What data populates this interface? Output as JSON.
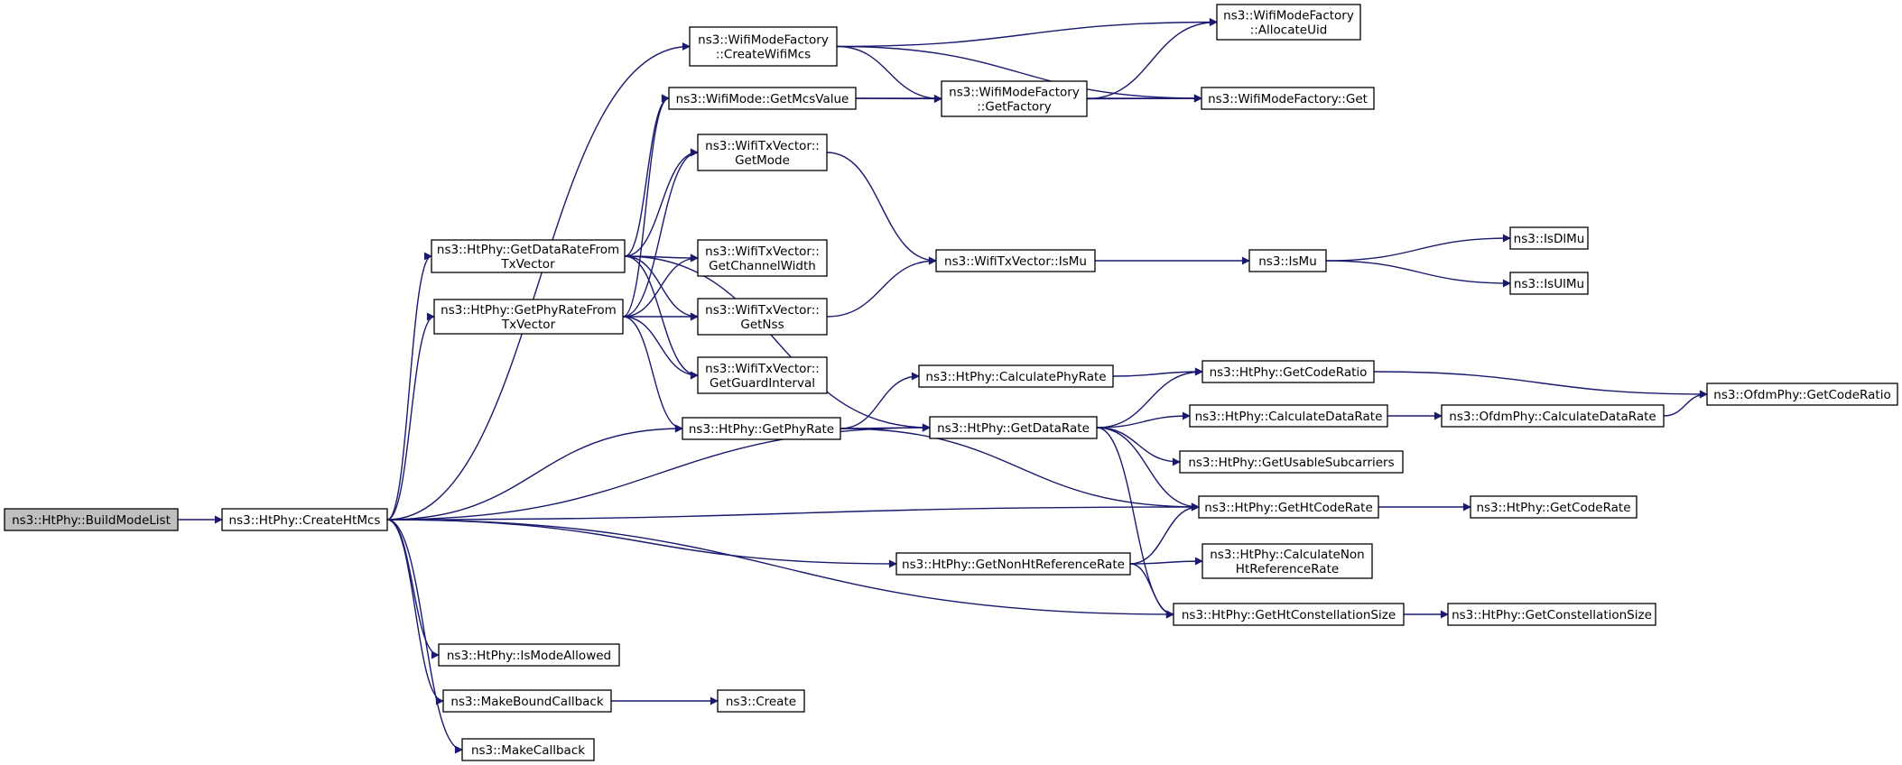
{
  "graph": {
    "colors": {
      "edge": "#191970",
      "root_fill": "#bfbfbf",
      "node_fill": "#ffffff",
      "border": "#000000"
    },
    "nodes": [
      {
        "id": "build",
        "lines": [
          "ns3::HtPhy::BuildModeList"
        ],
        "root": true
      },
      {
        "id": "createhtmcs",
        "lines": [
          "ns3::HtPhy::CreateHtMcs"
        ]
      },
      {
        "id": "createwifimcs",
        "lines": [
          "ns3::WifiModeFactory",
          "::CreateWifiMcs"
        ]
      },
      {
        "id": "allocateuid",
        "lines": [
          "ns3::WifiModeFactory",
          "::AllocateUid"
        ]
      },
      {
        "id": "getfactory",
        "lines": [
          "ns3::WifiModeFactory",
          "::GetFactory"
        ]
      },
      {
        "id": "wmfget",
        "lines": [
          "ns3::WifiModeFactory::Get"
        ]
      },
      {
        "id": "getmcsvalue",
        "lines": [
          "ns3::WifiMode::GetMcsValue"
        ]
      },
      {
        "id": "getmode",
        "lines": [
          "ns3::WifiTxVector::",
          "GetMode"
        ]
      },
      {
        "id": "getdatarateftv",
        "lines": [
          "ns3::HtPhy::GetDataRateFrom",
          "TxVector"
        ]
      },
      {
        "id": "getchannelwidth",
        "lines": [
          "ns3::WifiTxVector::",
          "GetChannelWidth"
        ]
      },
      {
        "id": "getphyrateftv",
        "lines": [
          "ns3::HtPhy::GetPhyRateFrom",
          "TxVector"
        ]
      },
      {
        "id": "getnss",
        "lines": [
          "ns3::WifiTxVector::",
          "GetNss"
        ]
      },
      {
        "id": "getguardinterval",
        "lines": [
          "ns3::WifiTxVector::",
          "GetGuardInterval"
        ]
      },
      {
        "id": "wtvismu",
        "lines": [
          "ns3::WifiTxVector::IsMu"
        ]
      },
      {
        "id": "ismu",
        "lines": [
          "ns3::IsMu"
        ]
      },
      {
        "id": "isdlmu",
        "lines": [
          "ns3::IsDlMu"
        ]
      },
      {
        "id": "isulmu",
        "lines": [
          "ns3::IsUlMu"
        ]
      },
      {
        "id": "calcphyrate",
        "lines": [
          "ns3::HtPhy::CalculatePhyRate"
        ]
      },
      {
        "id": "getcoderatio",
        "lines": [
          "ns3::HtPhy::GetCodeRatio"
        ]
      },
      {
        "id": "ofdmgetcoderatio",
        "lines": [
          "ns3::OfdmPhy::GetCodeRatio"
        ]
      },
      {
        "id": "getphyrate",
        "lines": [
          "ns3::HtPhy::GetPhyRate"
        ]
      },
      {
        "id": "getdatarate",
        "lines": [
          "ns3::HtPhy::GetDataRate"
        ]
      },
      {
        "id": "calcdatarate",
        "lines": [
          "ns3::HtPhy::CalculateDataRate"
        ]
      },
      {
        "id": "ofdmcalcdatarate",
        "lines": [
          "ns3::OfdmPhy::CalculateDataRate"
        ]
      },
      {
        "id": "getusablesub",
        "lines": [
          "ns3::HtPhy::GetUsableSubcarriers"
        ]
      },
      {
        "id": "gethtcoderate",
        "lines": [
          "ns3::HtPhy::GetHtCodeRate"
        ]
      },
      {
        "id": "getcoderate",
        "lines": [
          "ns3::HtPhy::GetCodeRate"
        ]
      },
      {
        "id": "getnonhtref",
        "lines": [
          "ns3::HtPhy::GetNonHtReferenceRate"
        ]
      },
      {
        "id": "calcnonhtref",
        "lines": [
          "ns3::HtPhy::CalculateNon",
          "HtReferenceRate"
        ]
      },
      {
        "id": "gethtconst",
        "lines": [
          "ns3::HtPhy::GetHtConstellationSize"
        ]
      },
      {
        "id": "getconst",
        "lines": [
          "ns3::HtPhy::GetConstellationSize"
        ]
      },
      {
        "id": "ismodeallowed",
        "lines": [
          "ns3::HtPhy::IsModeAllowed"
        ]
      },
      {
        "id": "makeboundcb",
        "lines": [
          "ns3::MakeBoundCallback"
        ]
      },
      {
        "id": "create",
        "lines": [
          "ns3::Create"
        ]
      },
      {
        "id": "makecallback",
        "lines": [
          "ns3::MakeCallback"
        ]
      }
    ],
    "edges": [
      [
        "build",
        "createhtmcs"
      ],
      [
        "createhtmcs",
        "createwifimcs"
      ],
      [
        "createhtmcs",
        "getdatarateftv"
      ],
      [
        "createhtmcs",
        "getphyrateftv"
      ],
      [
        "createhtmcs",
        "getphyrate"
      ],
      [
        "createhtmcs",
        "getdatarate"
      ],
      [
        "createhtmcs",
        "gethtcoderate"
      ],
      [
        "createhtmcs",
        "getnonhtref"
      ],
      [
        "createhtmcs",
        "gethtconst"
      ],
      [
        "createhtmcs",
        "ismodeallowed"
      ],
      [
        "createhtmcs",
        "makeboundcb"
      ],
      [
        "createhtmcs",
        "makecallback"
      ],
      [
        "createwifimcs",
        "allocateuid"
      ],
      [
        "createwifimcs",
        "getfactory"
      ],
      [
        "createwifimcs",
        "wmfget"
      ],
      [
        "getfactory",
        "allocateuid"
      ],
      [
        "getfactory",
        "wmfget"
      ],
      [
        "getmcsvalue",
        "getfactory"
      ],
      [
        "getmcsvalue",
        "wmfget"
      ],
      [
        "getdatarateftv",
        "getmcsvalue"
      ],
      [
        "getdatarateftv",
        "getmode"
      ],
      [
        "getdatarateftv",
        "getchannelwidth"
      ],
      [
        "getdatarateftv",
        "getnss"
      ],
      [
        "getdatarateftv",
        "getguardinterval"
      ],
      [
        "getdatarateftv",
        "getdatarate"
      ],
      [
        "getphyrateftv",
        "getmcsvalue"
      ],
      [
        "getphyrateftv",
        "getmode"
      ],
      [
        "getphyrateftv",
        "getchannelwidth"
      ],
      [
        "getphyrateftv",
        "getnss"
      ],
      [
        "getphyrateftv",
        "getguardinterval"
      ],
      [
        "getphyrateftv",
        "getphyrate"
      ],
      [
        "getmode",
        "wtvismu"
      ],
      [
        "getnss",
        "wtvismu"
      ],
      [
        "wtvismu",
        "ismu"
      ],
      [
        "ismu",
        "isdlmu"
      ],
      [
        "ismu",
        "isulmu"
      ],
      [
        "calcphyrate",
        "getcoderatio"
      ],
      [
        "getcoderatio",
        "ofdmgetcoderatio"
      ],
      [
        "getphyrate",
        "calcphyrate"
      ],
      [
        "getphyrate",
        "getdatarate"
      ],
      [
        "getphyrate",
        "gethtcoderate"
      ],
      [
        "getdatarate",
        "getcoderatio"
      ],
      [
        "getdatarate",
        "calcdatarate"
      ],
      [
        "getdatarate",
        "getusablesub"
      ],
      [
        "getdatarate",
        "gethtcoderate"
      ],
      [
        "getdatarate",
        "gethtconst"
      ],
      [
        "calcdatarate",
        "ofdmcalcdatarate"
      ],
      [
        "ofdmcalcdatarate",
        "ofdmgetcoderatio"
      ],
      [
        "gethtcoderate",
        "getcoderate"
      ],
      [
        "getnonhtref",
        "calcnonhtref"
      ],
      [
        "getnonhtref",
        "gethtcoderate"
      ],
      [
        "getnonhtref",
        "gethtconst"
      ],
      [
        "gethtconst",
        "getconst"
      ],
      [
        "makeboundcb",
        "create"
      ]
    ]
  }
}
